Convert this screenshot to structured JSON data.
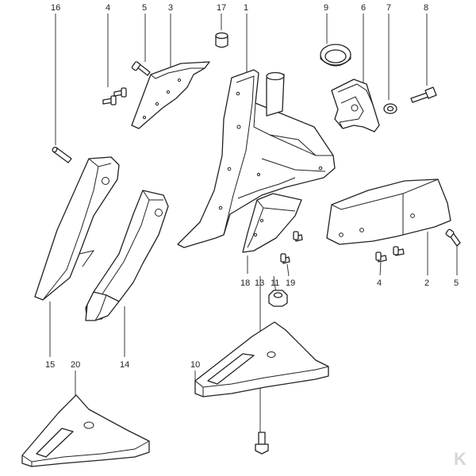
{
  "labels": {
    "l16": "16",
    "l4a": "4",
    "l5a": "5",
    "l3": "3",
    "l17": "17",
    "l1": "1",
    "l9": "9",
    "l6": "6",
    "l7": "7",
    "l8": "8",
    "l18": "18",
    "l13": "13",
    "l11": "11",
    "l19": "19",
    "l4b": "4",
    "l2": "2",
    "l5b": "5",
    "l15": "15",
    "l14": "14",
    "l20": "20",
    "l10": "10"
  },
  "logo": "K"
}
